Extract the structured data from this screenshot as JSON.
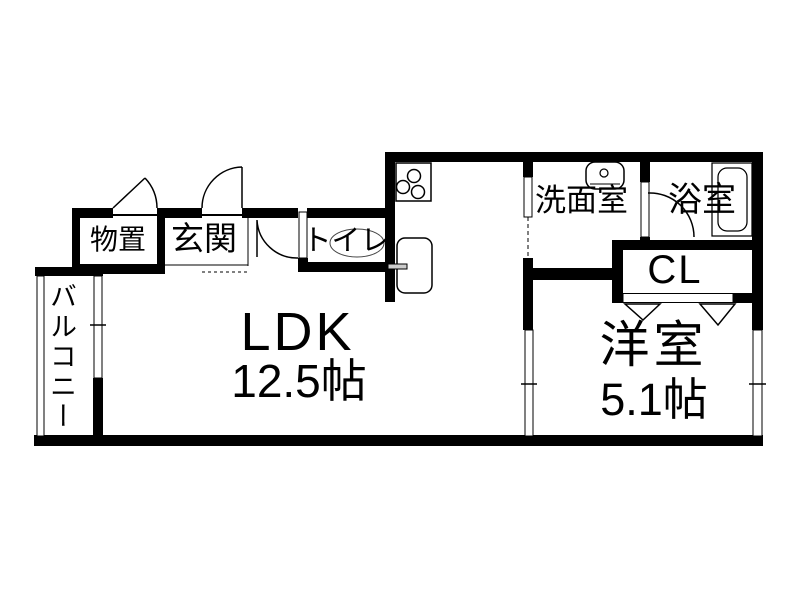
{
  "floorplan": {
    "background": "#ffffff",
    "wall_color": "#000000",
    "rooms": {
      "storage": {
        "label": "物置"
      },
      "entrance": {
        "label": "玄関"
      },
      "toilet": {
        "label": "トイレ"
      },
      "washroom": {
        "label": "洗面室"
      },
      "bathroom": {
        "label": "浴室"
      },
      "closet": {
        "label": "CL"
      },
      "ldk": {
        "label": "LDK",
        "size": "12.5帖"
      },
      "western_room": {
        "label": "洋室",
        "size": "5.1帖"
      },
      "balcony": {
        "label": "バルコニー"
      }
    }
  }
}
